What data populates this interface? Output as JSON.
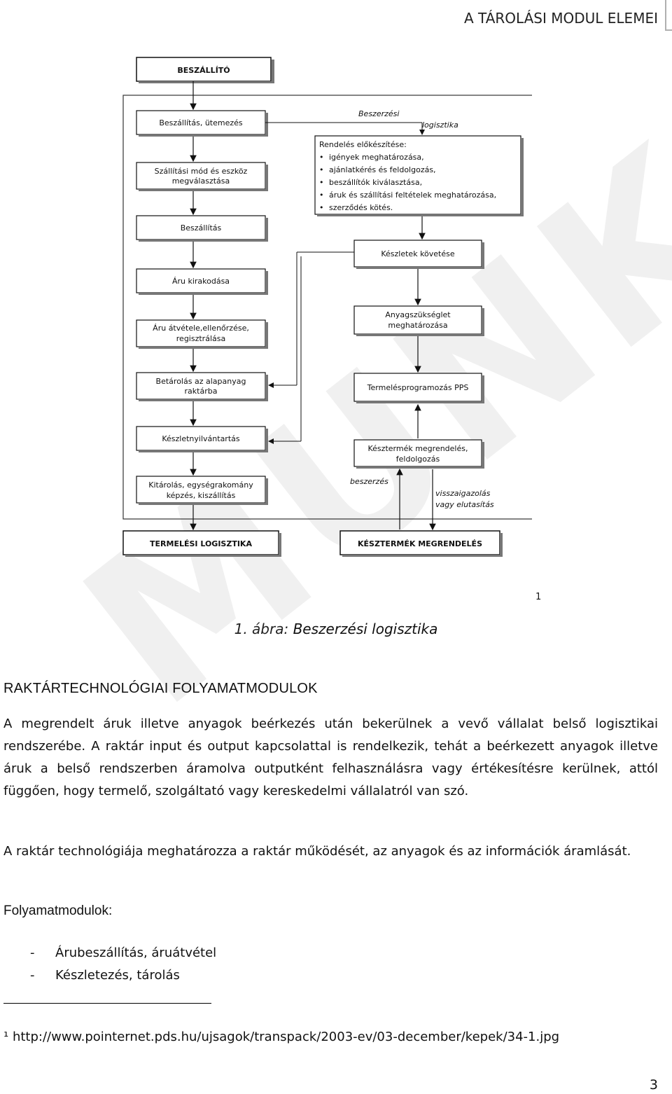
{
  "header": {
    "title": "A TÁROLÁSI MODUL ELEMEI"
  },
  "watermark": {
    "text": "MUNKAANYAG"
  },
  "diagram": {
    "left_boxes": [
      {
        "id": "supplier",
        "lines": [
          "BESZÁLLÍTÓ"
        ],
        "bold": true
      },
      {
        "id": "schedule",
        "lines": [
          "Beszállítás, ütemezés"
        ]
      },
      {
        "id": "transport",
        "lines": [
          "Szállítási mód és eszköz",
          "megválasztása"
        ]
      },
      {
        "id": "delivery",
        "lines": [
          "Beszállítás"
        ]
      },
      {
        "id": "unloading",
        "lines": [
          "Áru kirakodása"
        ]
      },
      {
        "id": "receiving",
        "lines": [
          "Áru átvétele,ellenőrzése,",
          "regisztrálása"
        ]
      },
      {
        "id": "storing",
        "lines": [
          "Betárolás az alapanyag",
          "raktárba"
        ]
      },
      {
        "id": "inventory",
        "lines": [
          "Készletnyilvántartás"
        ]
      },
      {
        "id": "picking",
        "lines": [
          "Kitárolás, egységrakomány",
          "képzés, kiszállítás"
        ]
      },
      {
        "id": "production",
        "lines": [
          "TERMELÉSI LOGISZTIKA"
        ],
        "bold": true
      }
    ],
    "right_boxes": [
      {
        "id": "stock",
        "lines": [
          "Készletek követése"
        ]
      },
      {
        "id": "material",
        "lines": [
          "Anyagszükséglet",
          "meghatározása"
        ]
      },
      {
        "id": "pps",
        "lines": [
          "Termelésprogramozás PPS"
        ]
      },
      {
        "id": "order",
        "lines": [
          "Késztermék megrendelés,",
          "feldolgozás"
        ]
      },
      {
        "id": "final",
        "lines": [
          "KÉSZTERMÉK MEGRENDELÉS"
        ],
        "bold": true
      }
    ],
    "prep_box": {
      "title": "Rendelés előkészítése:",
      "items": [
        "igények meghatározása,",
        "ajánlatkérés és feldolgozás,",
        "beszállítók kiválasztása,",
        "áruk és szállítási feltételek meghatározása,",
        "szerződés kötés."
      ]
    },
    "labels": {
      "procurement_1": "Beszerzési",
      "procurement_2": "logisztika",
      "procure": "beszerzés",
      "confirm_1": "visszaigazolás",
      "confirm_2": "vagy elutasítás"
    }
  },
  "footnote_ref": "1",
  "caption": {
    "number": "1. ábra:",
    "text": " Beszerzési logisztika"
  },
  "section_heading": "RAKTÁRTECHNOLÓGIAI FOLYAMATMODULOK",
  "paragraphs": [
    "A megrendelt áruk illetve anyagok beérkezés után bekerülnek a vevő vállalat belső logisztikai rendszerébe. A raktár input és output kapcsolattal is rendelkezik, tehát a beérkezett anyagok illetve áruk a belső rendszerben áramolva outputként felhasználásra vagy értékesítésre kerülnek, attól függően, hogy termelő, szolgáltató vagy kereskedelmi vállalatról van szó.",
    "A raktár technológiája meghatározza a raktár működését, az anyagok és az információk áramlását."
  ],
  "subheading": "Folyamatmodulok:",
  "list": [
    {
      "dash": "-",
      "text": "Árubeszállítás, áruátvétel"
    },
    {
      "dash": "-",
      "text": "Készletezés, tárolás"
    }
  ],
  "footnote": "¹ http://www.pointernet.pds.hu/ujsagok/transpack/2003-ev/03-december/kepek/34-1.jpg",
  "page_number": "3"
}
